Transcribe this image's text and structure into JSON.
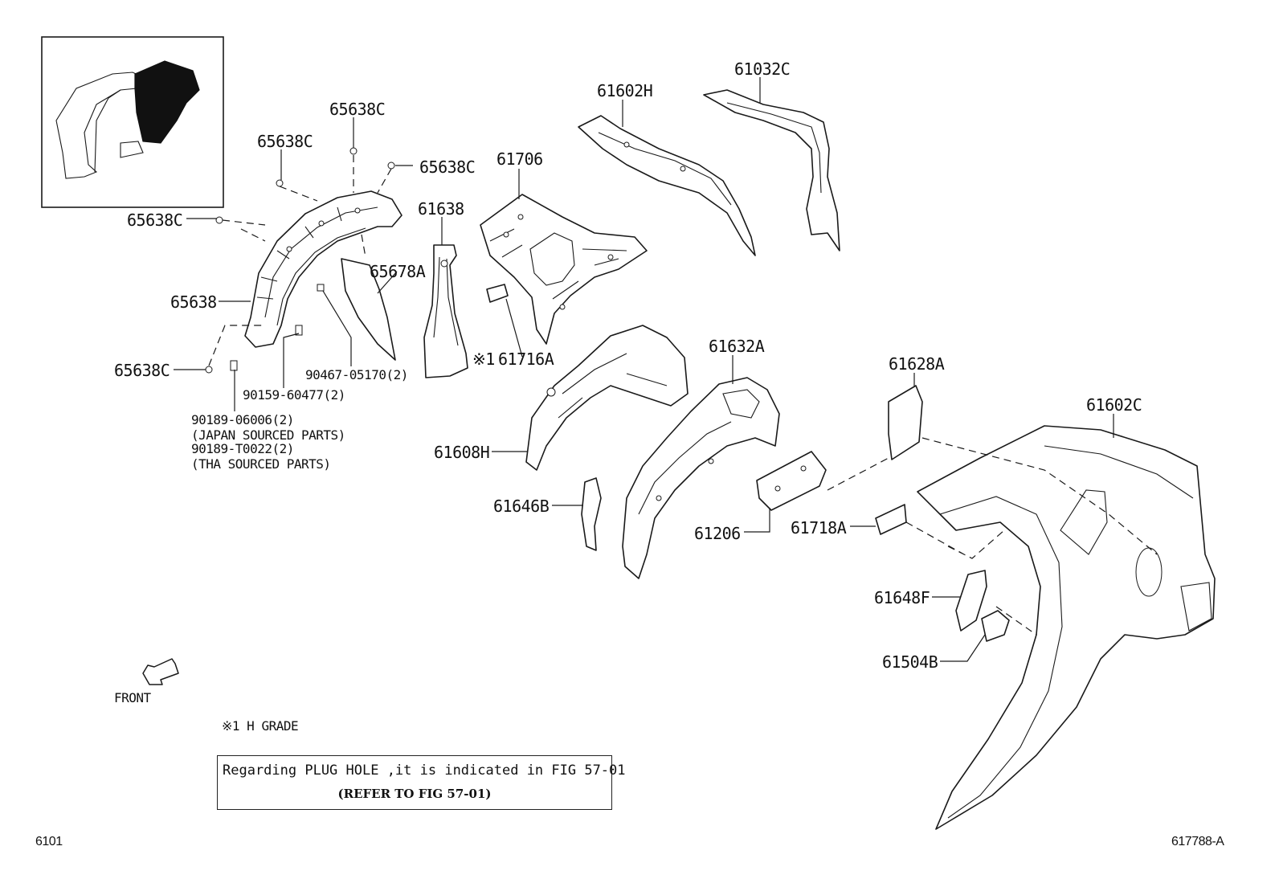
{
  "callouts": [
    {
      "id": "c-61032C",
      "text": "61032C"
    },
    {
      "id": "c-61602H",
      "text": "61602H"
    },
    {
      "id": "c-65638C-top",
      "text": "65638C"
    },
    {
      "id": "c-65638C-upper",
      "text": "65638C"
    },
    {
      "id": "c-65638C-right",
      "text": "65638C"
    },
    {
      "id": "c-61706",
      "text": "61706"
    },
    {
      "id": "c-61638",
      "text": "61638"
    },
    {
      "id": "c-65638C-left",
      "text": "65638C"
    },
    {
      "id": "c-65678A",
      "text": "65678A"
    },
    {
      "id": "c-65638",
      "text": "65638"
    },
    {
      "id": "c-61716A",
      "text": "61716A"
    },
    {
      "id": "c-65638C-bottom",
      "text": "65638C"
    },
    {
      "id": "c-90467",
      "text": "90467-05170(2)"
    },
    {
      "id": "c-90159",
      "text": "90159-60477(2)"
    },
    {
      "id": "c-61632A",
      "text": "61632A"
    },
    {
      "id": "c-61628A",
      "text": "61628A"
    },
    {
      "id": "c-61602C",
      "text": "61602C"
    },
    {
      "id": "c-61608H",
      "text": "61608H"
    },
    {
      "id": "c-61646B",
      "text": "61646B"
    },
    {
      "id": "c-61718A",
      "text": "61718A"
    },
    {
      "id": "c-61206",
      "text": "61206"
    },
    {
      "id": "c-61648F",
      "text": "61648F"
    },
    {
      "id": "c-61504B",
      "text": "61504B"
    }
  ],
  "h_grade_mark": "※1",
  "fastener_notes": [
    "90189-06006(2)",
    "(JAPAN SOURCED PARTS)",
    "90189-T0022(2)",
    "(THA SOURCED PARTS)"
  ],
  "front_label": "FRONT",
  "grade_note": "※1 H GRADE",
  "plug_note": {
    "line1": "Regarding PLUG HOLE ,it is indicated in FIG 57-01",
    "line2": "(REFER TO FIG 57-01)"
  },
  "page_code_left": "6101",
  "page_code_right": "617788-A"
}
